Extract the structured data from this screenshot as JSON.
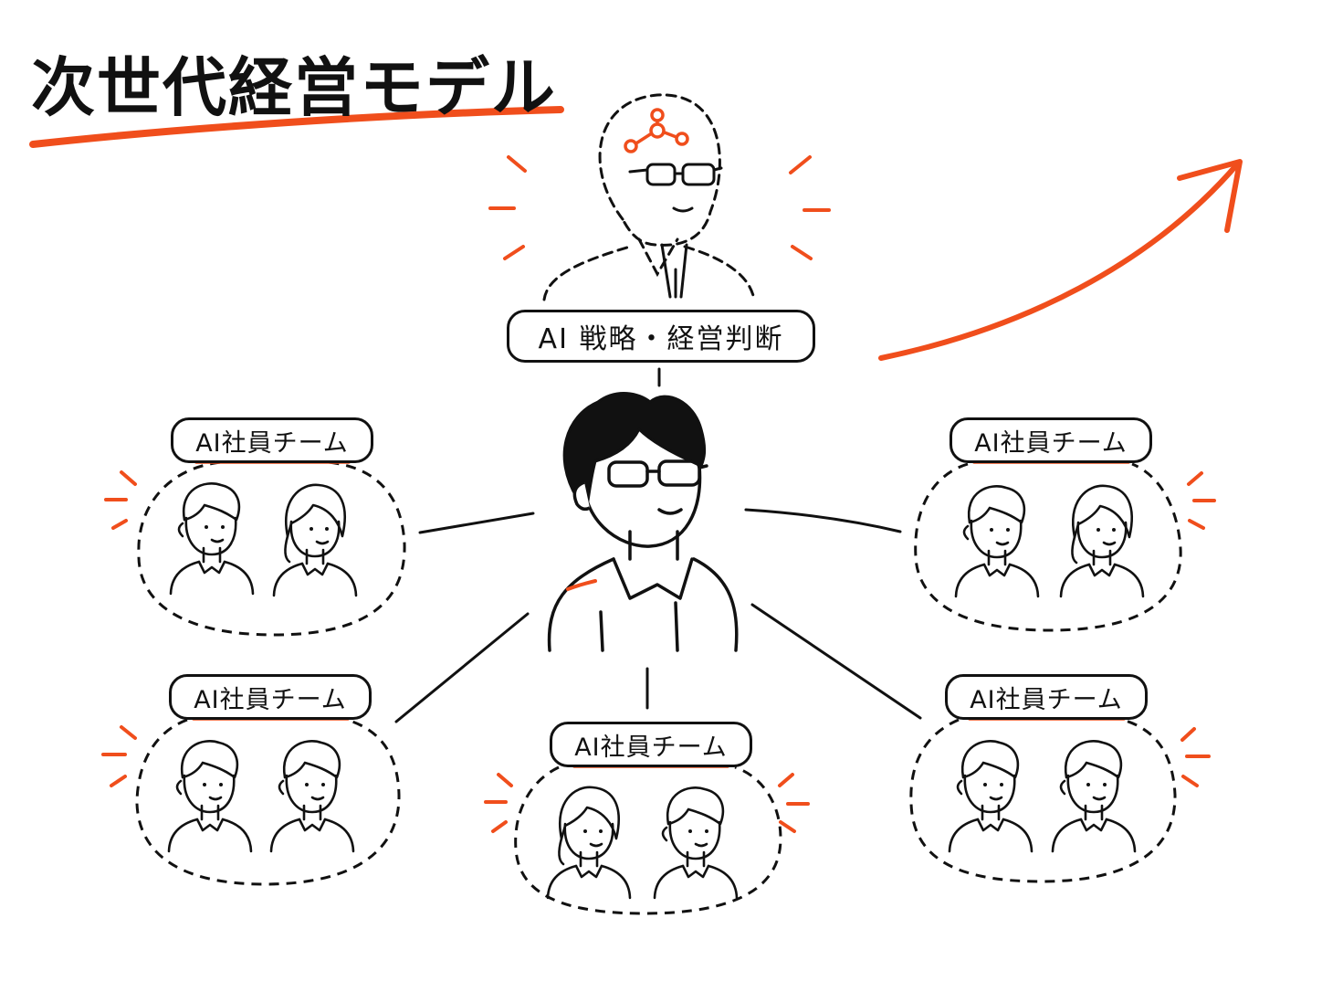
{
  "title": "次世代経営モデル",
  "ai_label": "AI 戦略・経営判断",
  "team_label": "AI社員チーム",
  "colors": {
    "accent": "#f04e1c",
    "ink": "#111111",
    "background": "#ffffff"
  },
  "icons": [
    "ai-network-icon",
    "growth-arrow-icon"
  ]
}
